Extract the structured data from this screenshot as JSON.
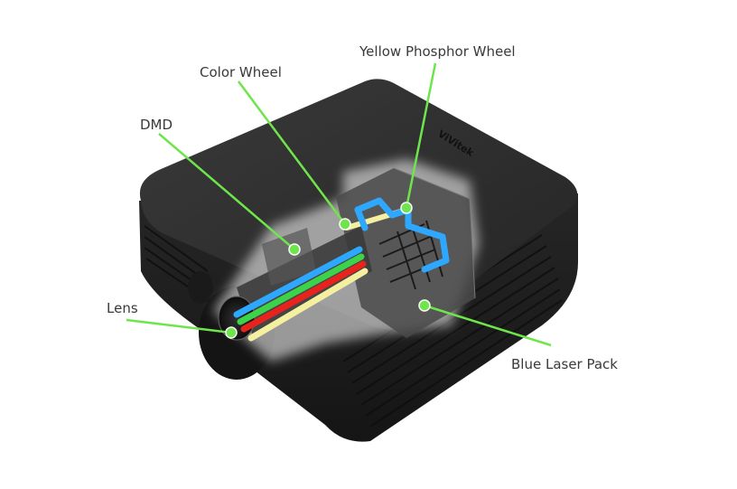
{
  "labels": {
    "yellow_phosphor_wheel": "Yellow Phosphor Wheel",
    "color_wheel": "Color Wheel",
    "dmd": "DMD",
    "lens": "Lens",
    "blue_laser_pack": "Blue Laser Pack"
  },
  "brand_mark": "ViVitek",
  "colors": {
    "callout_line": "#6ee54a",
    "callout_dot": "#6ee54a",
    "projector_body": "#2a2a2a",
    "beam_blue": "#2ea8ff",
    "beam_green": "#3cd24a",
    "beam_red": "#e8231e",
    "beam_yellow": "#f4f0a0",
    "label_text": "#3a3a3a"
  }
}
